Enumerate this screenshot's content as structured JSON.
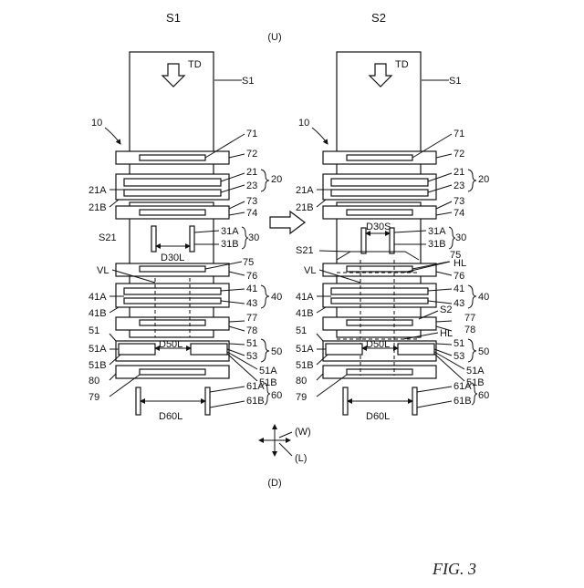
{
  "headers": {
    "left": "S1",
    "right": "S2"
  },
  "direction": {
    "up": "(U)",
    "down": "(D)",
    "width": "(W)",
    "length": "(L)"
  },
  "figure_caption": "FIG. 3",
  "left_panel": {
    "sheet_label": "S1",
    "flow_label": "TD",
    "device_label": "10",
    "labels": {
      "l71": "71",
      "l72": "72",
      "l21": "21",
      "l20": "20",
      "l23": "23",
      "l21A": "21A",
      "l21B": "21B",
      "l73": "73",
      "l74": "74",
      "l31A": "31A",
      "l30": "30",
      "l31B": "31B",
      "d30": "D30L",
      "lS21": "S21",
      "l75": "75",
      "l76": "76",
      "lVL": "VL",
      "l41": "41",
      "l40": "40",
      "l41A": "41A",
      "l43": "43",
      "l41B": "41B",
      "l77": "77",
      "l78": "78",
      "l51": "51",
      "l51left": "51",
      "l50": "50",
      "l51A": "51A",
      "d50": "D50L",
      "l53": "53",
      "l51Aright": "51A",
      "l51B": "51B",
      "l51Bright": "51B",
      "l80": "80",
      "l79": "79",
      "l61A": "61A",
      "l60": "60",
      "l61B": "61B",
      "d60": "D60L"
    }
  },
  "right_panel": {
    "sheet_label": "S1",
    "flow_label": "TD",
    "device_label": "10",
    "labels": {
      "l71": "71",
      "l72": "72",
      "l21": "21",
      "l20": "20",
      "l23": "23",
      "l21A": "21A",
      "l21B": "21B",
      "l73": "73",
      "l74": "74",
      "l31A": "31A",
      "l30": "30",
      "l31B": "31B",
      "d30": "D30S",
      "lS21": "S21",
      "l75": "75",
      "lHL": "HL",
      "l76": "76",
      "lVL": "VL",
      "l41": "41",
      "l40": "40",
      "l41A": "41A",
      "l43": "43",
      "l41B": "41B",
      "lS2": "S2",
      "l77": "77",
      "l78": "78",
      "lHL2": "HL",
      "l51": "51",
      "l51left": "51",
      "l50": "50",
      "l51A": "51A",
      "d50": "D50L",
      "l53": "53",
      "l51Aright": "51A",
      "l51B": "51B",
      "l51Bright": "51B",
      "l80": "80",
      "l79": "79",
      "l61A": "61A",
      "l60": "60",
      "l61B": "61B",
      "d60": "D60L"
    }
  }
}
